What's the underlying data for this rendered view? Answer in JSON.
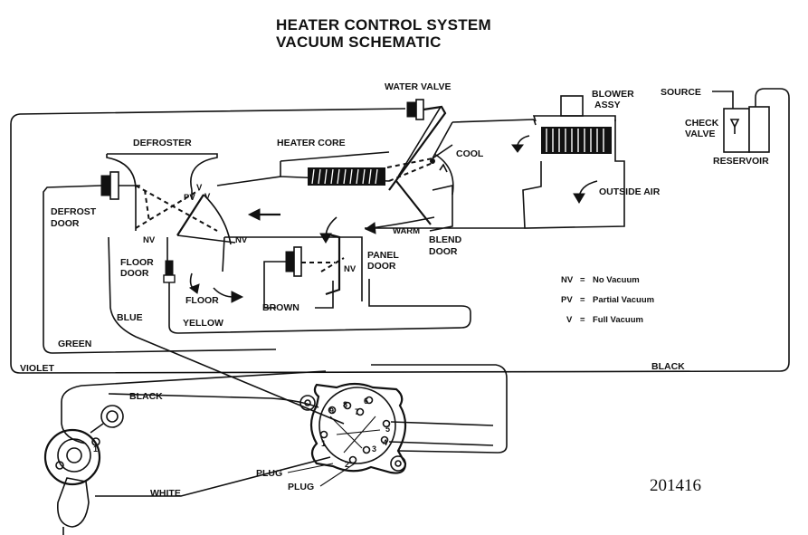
{
  "title": {
    "line1": "HEATER CONTROL SYSTEM",
    "line2": "VACUUM SCHEMATIC"
  },
  "labels": {
    "water_valve": "WATER VALVE",
    "blower": "BLOWER",
    "assy": "ASSY",
    "source": "SOURCE",
    "check": "CHECK",
    "valve": "VALVE",
    "reservoir": "RESERVOIR",
    "defroster": "DEFROSTER",
    "heater_core": "HEATER CORE",
    "cool": "COOL",
    "outside_air": "OUTSIDE AIR",
    "warm": "WARM",
    "blend": "BLEND",
    "door": "DOOR",
    "defrost": "DEFROST",
    "defrost_door": "DOOR",
    "floor_door_1": "FLOOR",
    "floor_door_2": "DOOR",
    "floor": "FLOOR",
    "panel": "PANEL",
    "panel_door": "DOOR",
    "brown": "BROWN",
    "blue": "BLUE",
    "yellow": "YELLOW",
    "green": "GREEN",
    "violet": "VIOLET",
    "black_right": "BLACK",
    "black_left": "BLACK",
    "white": "WHITE",
    "plug1": "PLUG",
    "plug2": "PLUG",
    "nv": "NV",
    "pv": "PV",
    "v": "V"
  },
  "legend": [
    {
      "abbr": "NV",
      "eq": "=",
      "text": "No Vacuum"
    },
    {
      "abbr": "PV",
      "eq": "=",
      "text": "Partial Vacuum"
    },
    {
      "abbr": "V",
      "eq": "=",
      "text": "Full Vacuum"
    }
  ],
  "port_numbers": [
    "1",
    "2",
    "3",
    "4",
    "5",
    "6",
    "7",
    "8",
    "9"
  ],
  "switch_port": "1",
  "figure_number": "201416"
}
